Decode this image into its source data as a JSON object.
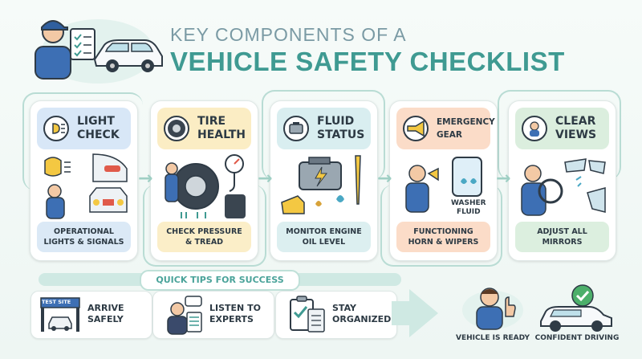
{
  "title": {
    "line1": "KEY COMPONENTS OF A",
    "line2": "VEHICLE SAFETY CHECKLIST"
  },
  "cards": [
    {
      "heading": "LIGHT\nCHECK",
      "footer": "OPERATIONAL LIGHTS & SIGNALS",
      "icon": "headlight-icon",
      "head_color": "#d8e7f7",
      "foot_color": "#dbe9f6"
    },
    {
      "heading": "TIRE\nHEALTH",
      "footer": "CHECK PRESSURE & TREAD",
      "icon": "tire-icon",
      "head_color": "#fbedc4",
      "foot_color": "#fbeec8"
    },
    {
      "heading": "FLUID\nSTATUS",
      "footer": "MONITOR ENGINE OIL LEVEL",
      "icon": "engine-icon",
      "head_color": "#d9eef0",
      "foot_color": "#dceff0"
    },
    {
      "heading": "EMERGENCY\nGEAR",
      "footer": "FUNCTIONING HORN & WIPERS",
      "icon": "horn-icon",
      "head_color": "#fbdcc8",
      "foot_color": "#fbdcc8"
    },
    {
      "heading": "CLEAR\nVIEWS",
      "footer": "ADJUST ALL MIRRORS",
      "icon": "driver-icon",
      "head_color": "#dbeede",
      "foot_color": "#dcefdf"
    }
  ],
  "card_inner_labels": {
    "washer_fluid": "WASHER\nFLUID"
  },
  "tips": {
    "header": "QUICK TIPS FOR SUCCESS",
    "items": [
      {
        "label": "ARRIVE\nSAFELY",
        "sign": "TEST SITE",
        "icon": "test-site-icon"
      },
      {
        "label": "LISTEN TO\nEXPERTS",
        "icon": "clipboard-person-icon"
      },
      {
        "label": "STAY\nORGANIZED",
        "icon": "checklist-icon"
      }
    ]
  },
  "outcomes": [
    {
      "caption": "VEHICLE IS READY",
      "icon": "thumbs-up-person-icon"
    },
    {
      "caption": "CONFIDENT DRIVING",
      "icon": "car-check-icon"
    }
  ],
  "colors": {
    "accent": "#3f9a92",
    "title_gray": "#7a9aa4",
    "outline": "#b9dcd4",
    "text": "#2d3a44"
  }
}
